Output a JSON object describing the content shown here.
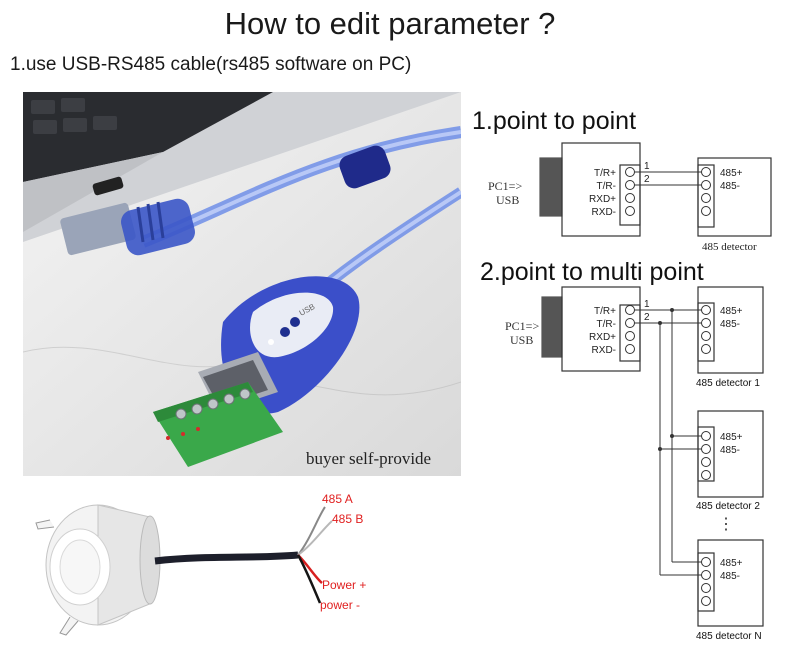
{
  "title": "How to edit parameter ?",
  "subtitle": "1.use USB-RS485 cable(rs485 software on PC)",
  "photo_caption": "buyer self-provide",
  "adapter_label": "USB",
  "section1": {
    "heading": "1.point to point",
    "pc_label_1": "PC1=>",
    "pc_label_2": "USB",
    "pins": [
      "T/R+",
      "T/R-",
      "RXD+",
      "RXD-"
    ],
    "wire_numbers": [
      "1",
      "2"
    ],
    "detector_pins": [
      "485+",
      "485-"
    ],
    "detector_name": "485 detector"
  },
  "section2": {
    "heading": "2.point to multi point",
    "pc_label_1": "PC1=>",
    "pc_label_2": "USB",
    "pins": [
      "T/R+",
      "T/R-",
      "RXD+",
      "RXD-"
    ],
    "wire_numbers": [
      "1",
      "2"
    ],
    "detector_pins": [
      "485+",
      "485-"
    ],
    "detectors": [
      "485 detector 1",
      "485 detector 2",
      "485 detector N"
    ],
    "ellipsis": "⋮"
  },
  "sensor_wires": [
    "485 A",
    "485 B",
    "Power +",
    "power -"
  ],
  "colors": {
    "wire_label": "#e02020",
    "cable_blue": "#3b57c8",
    "terminal_green": "#3aa84a"
  }
}
